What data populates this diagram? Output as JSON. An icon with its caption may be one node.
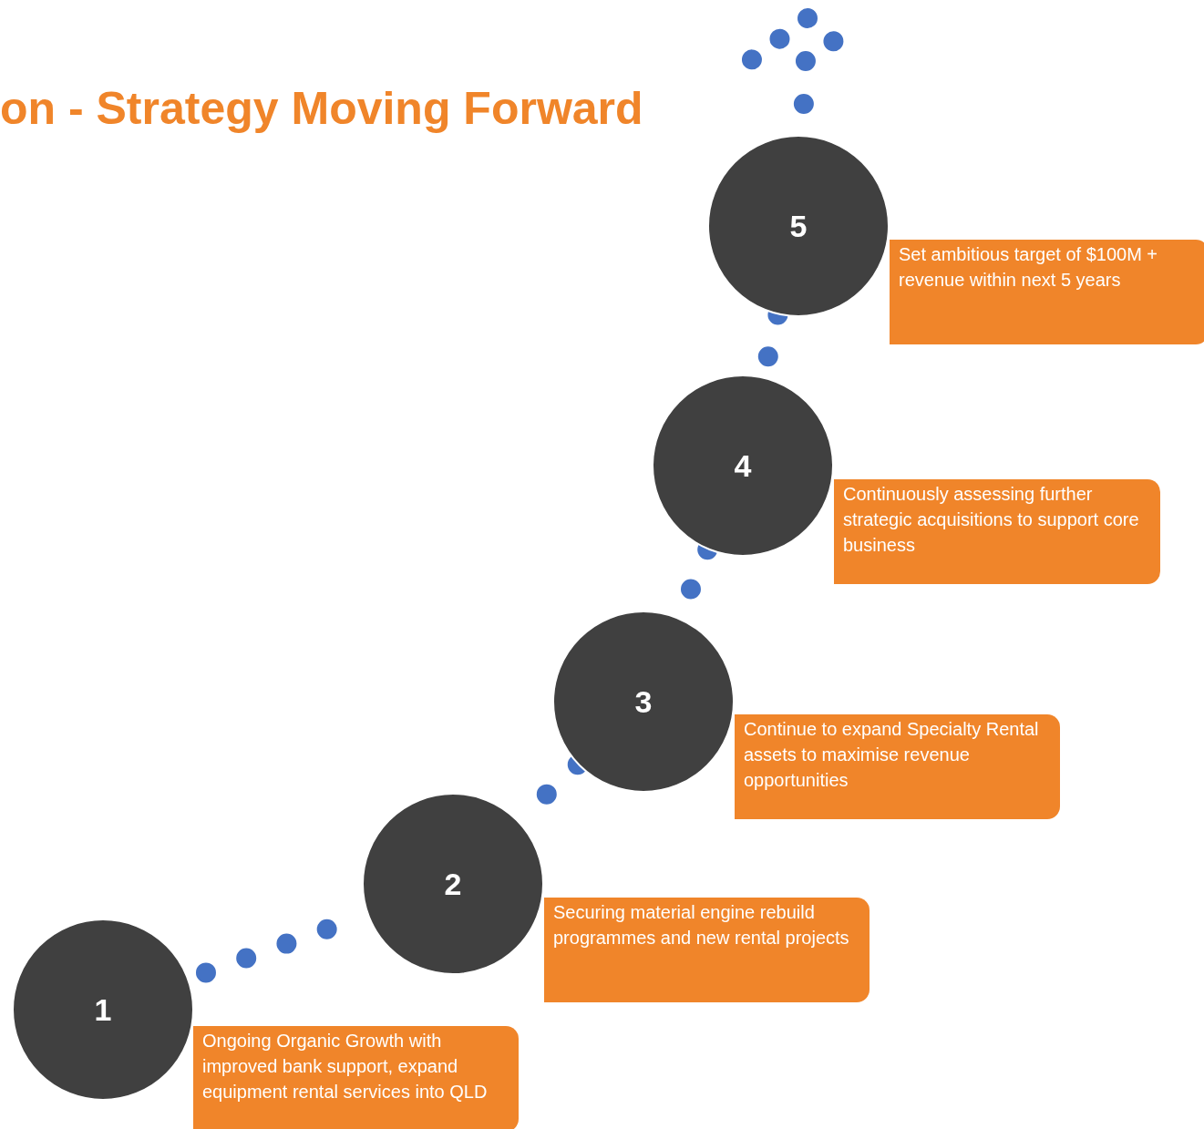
{
  "diagram": {
    "title": "on - Strategy Moving Forward",
    "nodes": [
      {
        "text": [
          "1"
        ]
      },
      {
        "text": [
          "Ongoing Organic Growth with improved bank support, expand equipment rental services into QLD"
        ]
      },
      {
        "text": [
          "2"
        ]
      },
      {
        "text": [
          "Securing material engine rebuild programmes and new rental projects"
        ]
      },
      {
        "text": [
          "3"
        ]
      },
      {
        "text": [
          "Continue to expand Specialty Rental assets to maximise revenue opportunities"
        ]
      },
      {
        "text": [
          "4"
        ]
      },
      {
        "text": [
          "Continuously assessing further strategic acquisitions to support core business"
        ]
      },
      {
        "text": [
          "5"
        ]
      },
      {
        "text": [
          "Set ambitious target  of $100M + revenue within next 5 years"
        ]
      }
    ],
    "edges": [
      {
        "from": 0,
        "to": 2,
        "arrow": "none"
      },
      {
        "from": 2,
        "to": 4,
        "arrow": "none"
      },
      {
        "from": 4,
        "to": 6,
        "arrow": "none"
      },
      {
        "from": 6,
        "to": 8,
        "arrow": "none"
      },
      {
        "from": 8,
        "to": null,
        "arrow": "to"
      }
    ]
  }
}
